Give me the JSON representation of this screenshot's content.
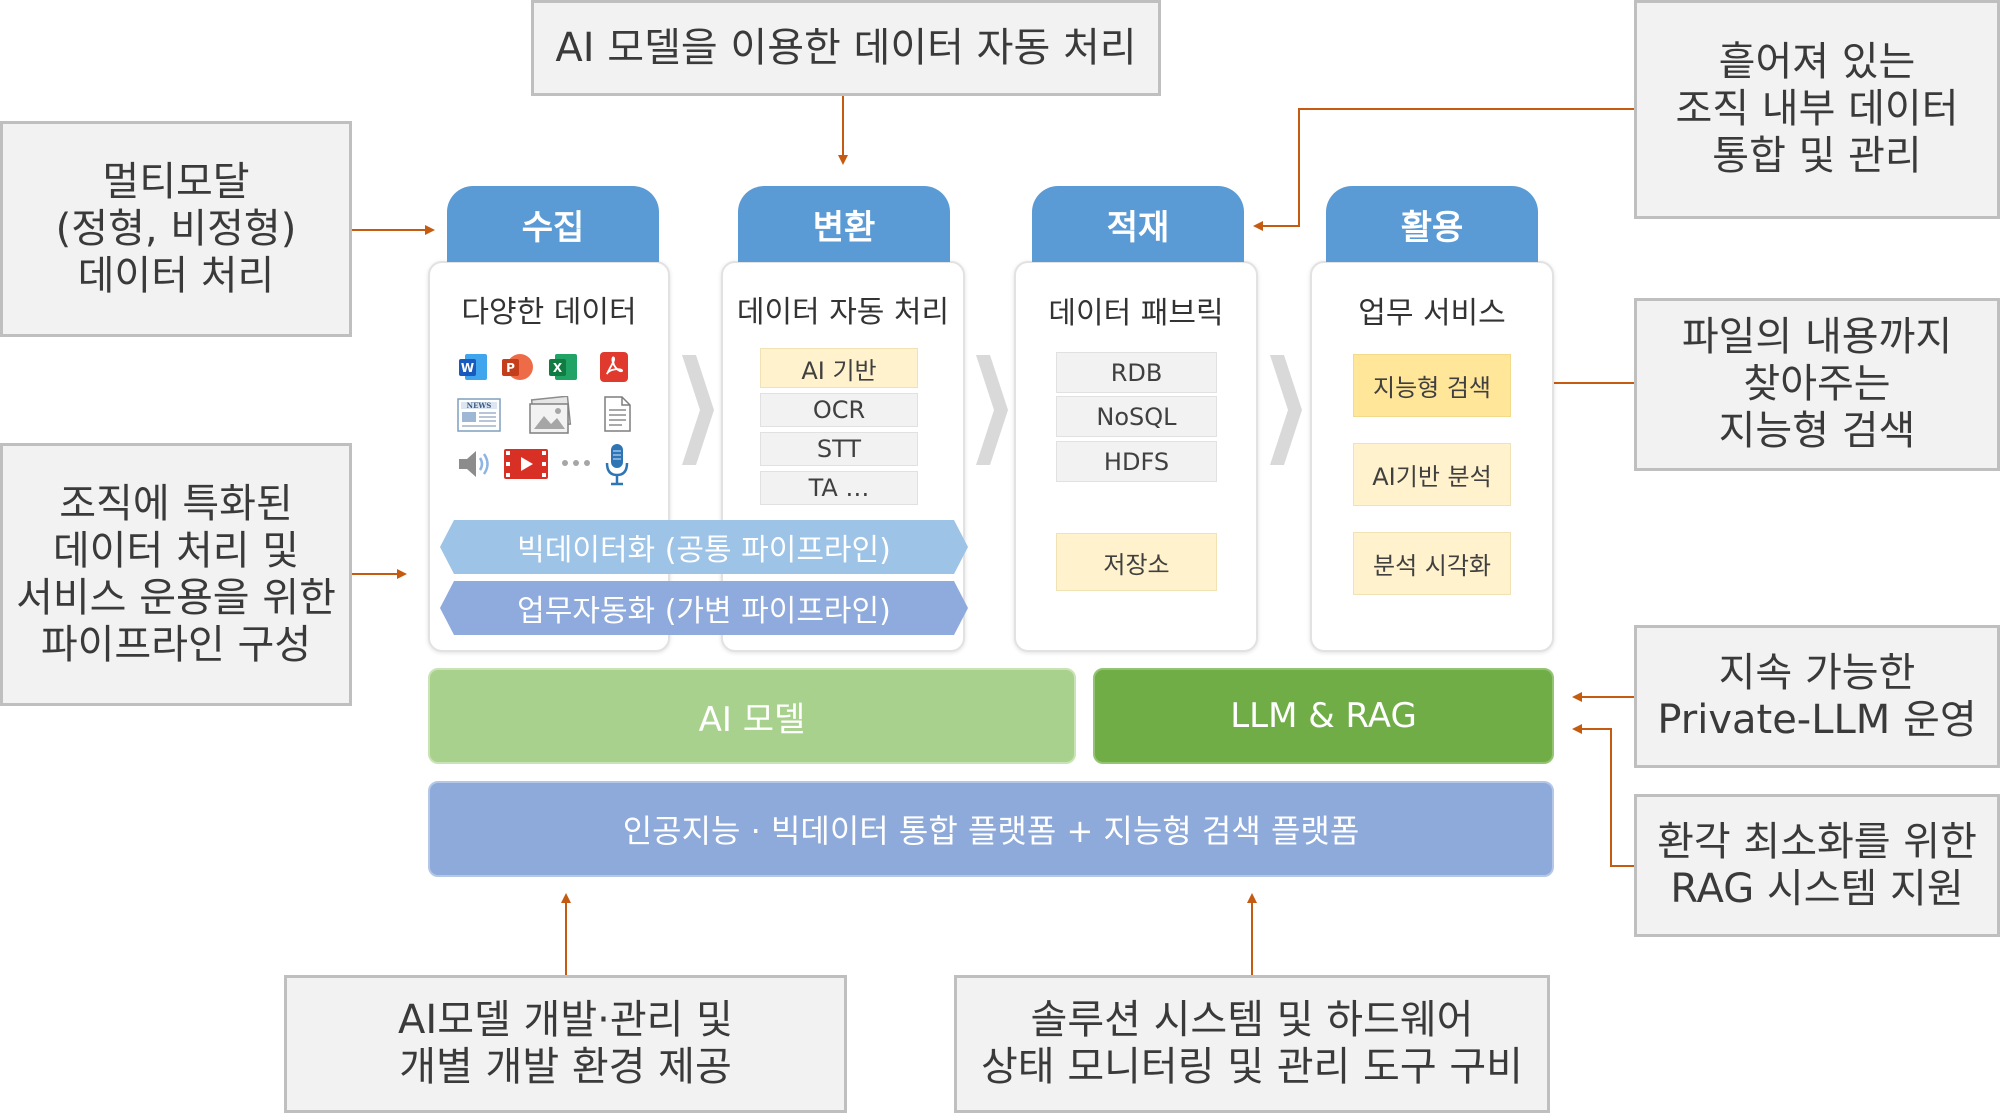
{
  "callouts": {
    "top": "AI 모델을 이용한 데이터 자동 처리",
    "left_top": [
      "멀티모달",
      "(정형, 비정형)",
      "데이터 처리"
    ],
    "left_mid": [
      "조직에 특화된",
      "데이터 처리 및",
      "서비스 운용을 위한",
      "파이프라인 구성"
    ],
    "right_top": [
      "흩어져 있는",
      "조직 내부 데이터",
      "통합 및 관리"
    ],
    "right_search": [
      "파일의 내용까지",
      "찾아주는",
      "지능형 검색"
    ],
    "right_llm": [
      "지속 가능한",
      "Private-LLM 운영"
    ],
    "right_rag": [
      "환각 최소화를 위한",
      "RAG 시스템 지원"
    ],
    "bottom_left": [
      "AI모델 개발·관리 및",
      "개별 개발 환경 제공"
    ],
    "bottom_right": [
      "솔루션 시스템 및 하드웨어",
      "상태 모니터링 및 관리 도구 구비"
    ]
  },
  "stages": {
    "collect": {
      "header": "수집",
      "title": "다양한 데이터"
    },
    "transform": {
      "header": "변환",
      "title": "데이터 자동 처리",
      "items": [
        "AI 기반",
        "OCR",
        "STT",
        "TA …"
      ]
    },
    "load": {
      "header": "적재",
      "title": "데이터 패브릭",
      "items": [
        "RDB",
        "NoSQL",
        "HDFS"
      ],
      "storage": "저장소"
    },
    "use": {
      "header": "활용",
      "title": "업무 서비스",
      "items": [
        "지능형 검색",
        "AI기반 분석",
        "분석 시각화"
      ]
    }
  },
  "pipelines": {
    "bigdata": "빅데이터화 (공통 파이프라인)",
    "automation": "업무자동화 (가변 파이프라인)"
  },
  "bars": {
    "ai_model": "AI 모델",
    "llm_rag": "LLM & RAG",
    "platform": "인공지능 · 빅데이터 통합 플랫폼 + 지능형 검색 플랫폼"
  },
  "icons": [
    "word-icon",
    "powerpoint-icon",
    "excel-icon",
    "pdf-icon",
    "news-icon",
    "image-icon",
    "document-icon",
    "speaker-icon",
    "video-icon",
    "ellipsis-icon",
    "microphone-icon"
  ],
  "colors": {
    "stage_header": "#5b9bd5",
    "pipeline_bigdata": "#9dc3e6",
    "pipeline_automation": "#8faadc",
    "ai_model": "#a9d18e",
    "llm_rag": "#70ad47",
    "platform": "#8eaadb",
    "arrow": "#c55a11"
  }
}
